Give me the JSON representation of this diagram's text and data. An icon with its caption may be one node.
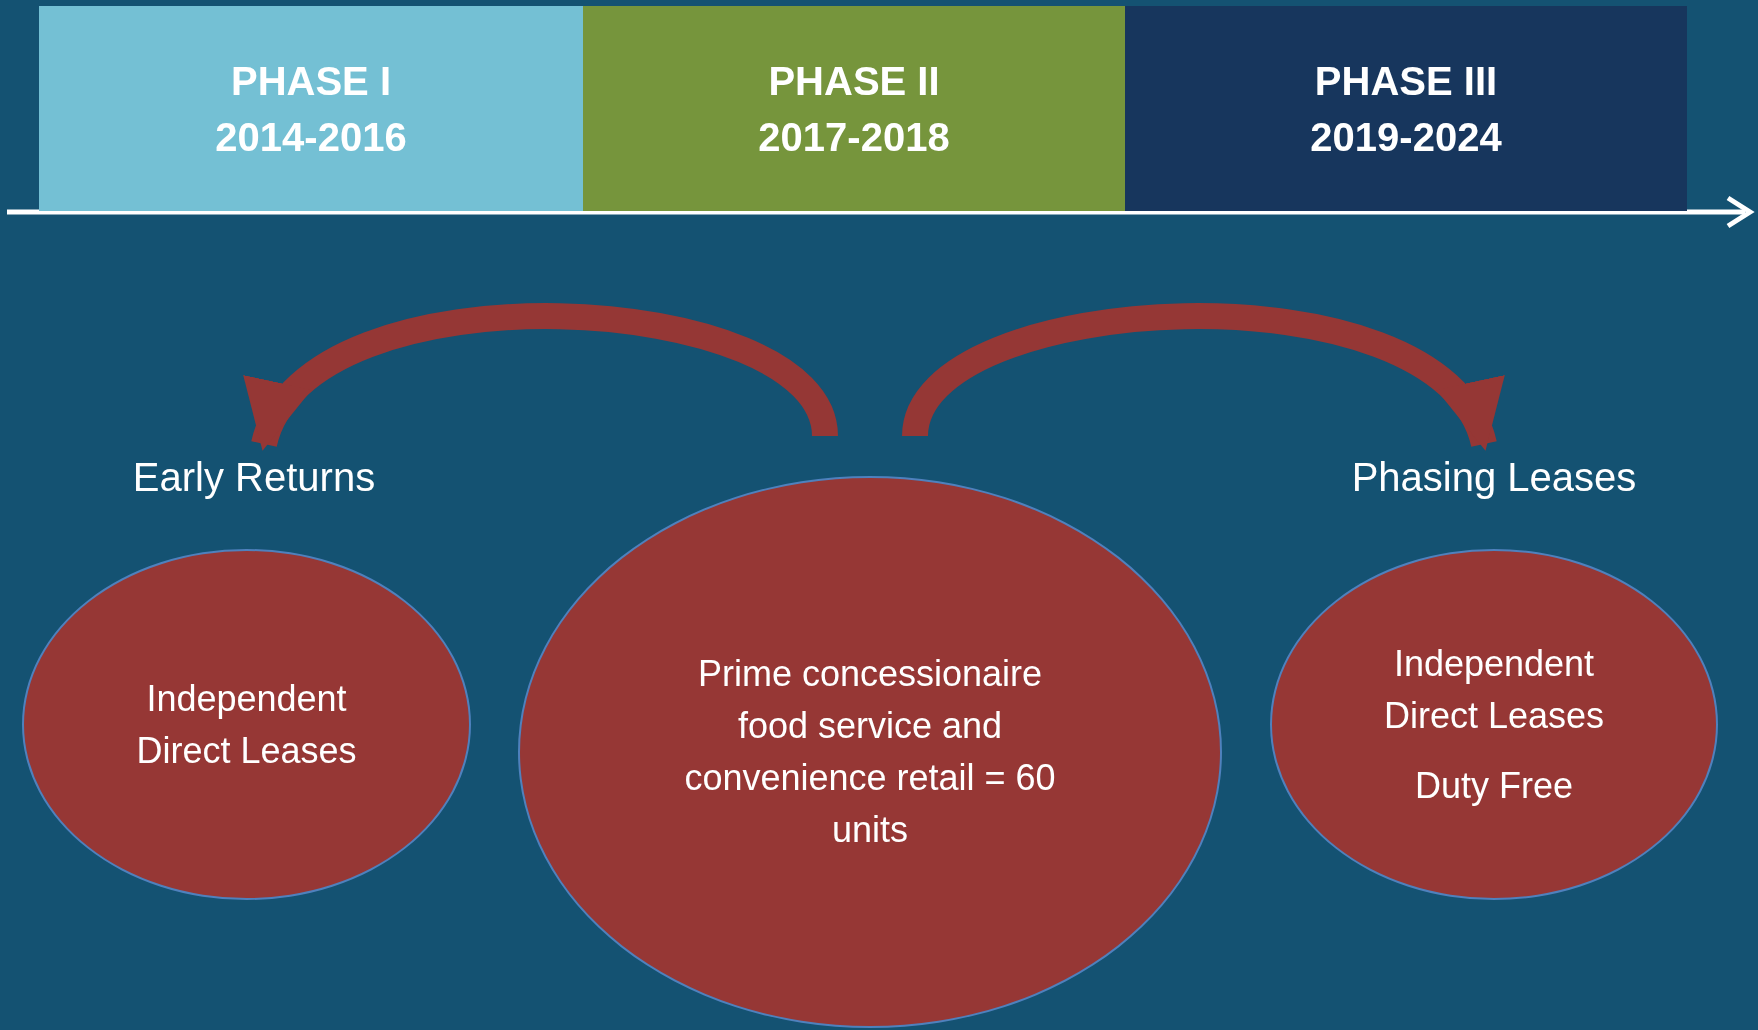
{
  "diagram": {
    "nodes": [
      {
        "text": [
          "PHASE I",
          "2014-2016"
        ]
      },
      {
        "text": [
          "PHASE II",
          "2017-2018"
        ]
      },
      {
        "text": [
          "PHASE III",
          "2019-2024"
        ]
      },
      {
        "text": [
          "Early Returns"
        ]
      },
      {
        "text": [
          "Independent Direct Leases"
        ]
      },
      {
        "text": [
          "Prime concessionaire food service and convenience retail = 60 units"
        ]
      },
      {
        "text": [
          "Phasing Leases"
        ]
      },
      {
        "text": [
          "Independent Direct Leases",
          "Duty Free"
        ]
      }
    ],
    "edges": [
      {
        "from": 5,
        "to": 3,
        "arrow": "to",
        "color": "#953735"
      },
      {
        "from": 5,
        "to": 6,
        "arrow": "to",
        "color": "#953735"
      }
    ]
  }
}
